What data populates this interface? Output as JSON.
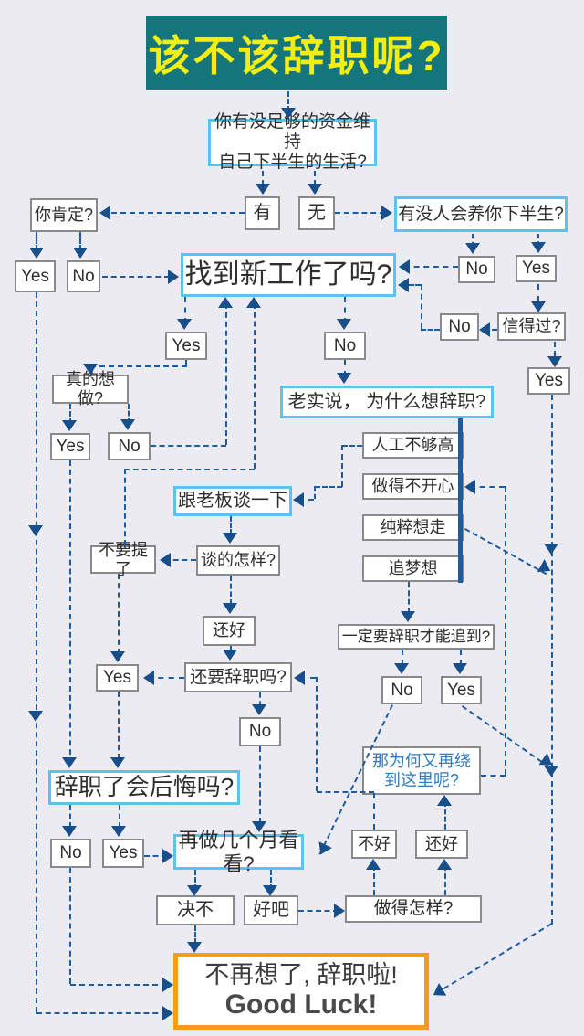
{
  "page": {
    "background": "#ecebf2",
    "line_color": "#1f5c9f",
    "arrow_color": "#174e8c",
    "highlight_border": "#5cc2ee",
    "plain_border": "#8a8a8a",
    "title_bg": "#15757c",
    "title_color": "#f3ee12",
    "final_border": "#f79a1d",
    "loop_text_color": "#2f7dc1"
  },
  "title": {
    "label": "该不该辞职呢?"
  },
  "answers": {
    "yes": "Yes",
    "no": "No"
  },
  "nodes": {
    "q_money": {
      "line1": "你有没足够的资金维持",
      "line2": "自己下半生的生活?"
    },
    "you_sure": {
      "label": "你肯定?"
    },
    "have": {
      "label": "有"
    },
    "none": {
      "label": "无"
    },
    "q_support": {
      "label": "有没人会养你下半生?"
    },
    "q_newjob": {
      "label": "找到新工作了吗?"
    },
    "q_trust": {
      "label": "信得过?"
    },
    "q_really": {
      "label": "真的想做?"
    },
    "q_why": {
      "label": "老实说， 为什么想辞职?"
    },
    "reason1": {
      "label": "人工不够高"
    },
    "reason2": {
      "label": "做得不开心"
    },
    "reason3": {
      "label": "纯粹想走"
    },
    "reason4": {
      "label": "追梦想"
    },
    "q_talk": {
      "label": "跟老板谈一下"
    },
    "q_dont": {
      "label": "不要提了"
    },
    "q_how": {
      "label": "谈的怎样?"
    },
    "ok1": {
      "label": "还好"
    },
    "q_must": {
      "label": "一定要辞职才能追到?"
    },
    "q_still": {
      "label": "还要辞职吗?"
    },
    "q_regret": {
      "label": "辞职了会后悔吗?"
    },
    "q_loop": {
      "line1": "那为何又再绕",
      "line2": "到这里呢?"
    },
    "q_months": {
      "label": "再做几个月看看?"
    },
    "bad": {
      "label": "不好"
    },
    "ok2": {
      "label": "还好"
    },
    "never": {
      "label": "决不"
    },
    "okay": {
      "label": "好吧"
    },
    "q_doing": {
      "label": "做得怎样?"
    },
    "final": {
      "line1": "不再想了, 辞职啦!",
      "line2": "Good Luck!"
    }
  }
}
